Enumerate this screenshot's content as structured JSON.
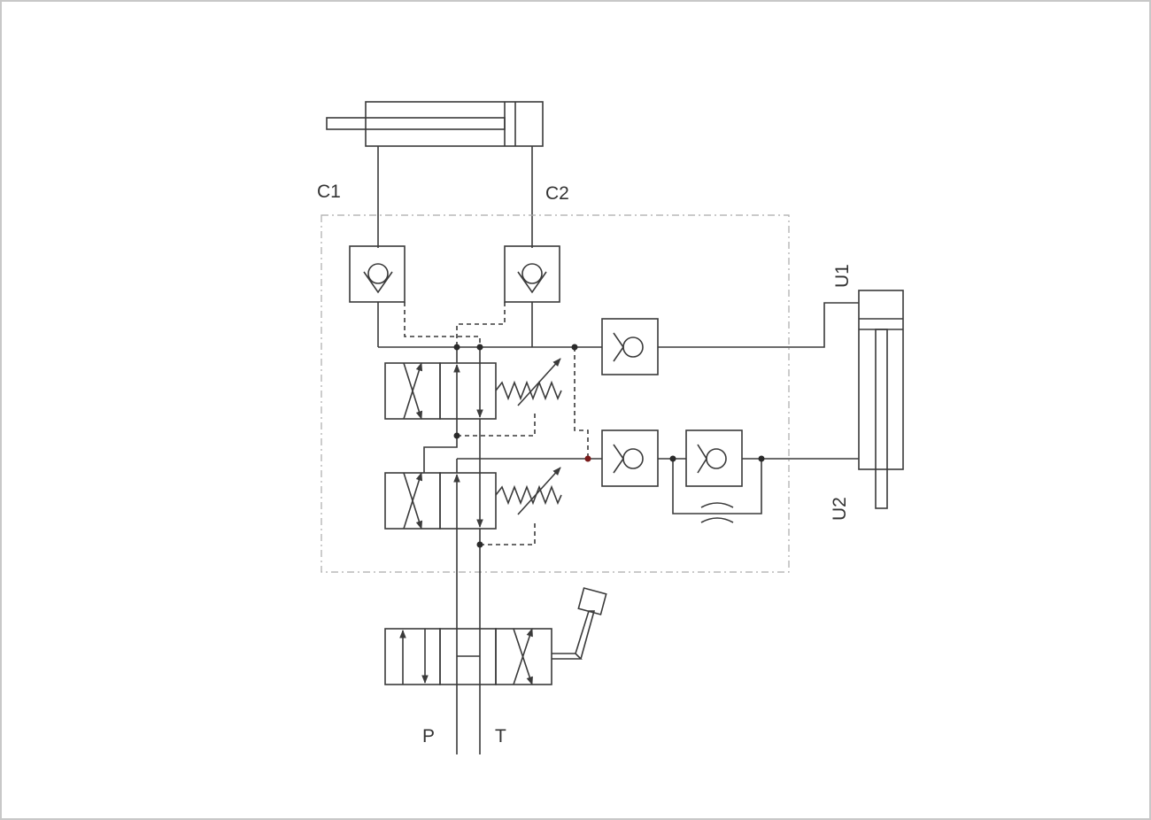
{
  "labels": {
    "c1": "C1",
    "c2": "C2",
    "u1": "U1",
    "u2": "U2",
    "p": "P",
    "t": "T"
  },
  "colors": {
    "line": "#3a3a3a",
    "frame": "#c8c8c8",
    "dot": "#2a2a2a",
    "accent_dot": "#7a1a1a"
  }
}
